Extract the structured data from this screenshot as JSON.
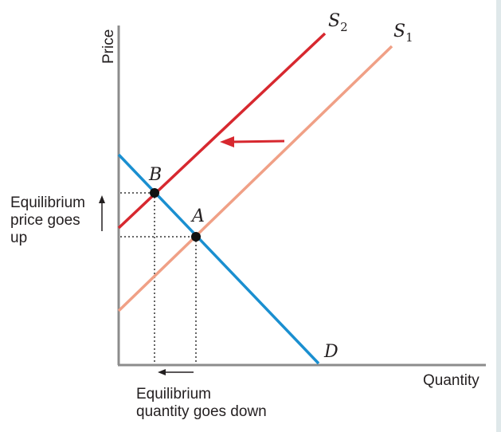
{
  "chart_data": {
    "type": "line",
    "xlabel": "Quantity",
    "ylabel": "Price",
    "series": [
      {
        "name": "S1",
        "color": "#f0a086",
        "x": [
          0,
          100
        ],
        "y": [
          0,
          100
        ]
      },
      {
        "name": "S2",
        "color": "#d7282f",
        "x": [
          0,
          100
        ],
        "y": [
          0,
          100
        ]
      },
      {
        "name": "D",
        "color": "#1a8fd0",
        "x": [
          0,
          100
        ],
        "y": [
          100,
          0
        ]
      }
    ],
    "points": [
      {
        "label": "A"
      },
      {
        "label": "B"
      }
    ]
  },
  "labels": {
    "y_axis": "Price",
    "x_axis": "Quantity",
    "s1_main": "S",
    "s1_sub": "1",
    "s2_main": "S",
    "s2_sub": "2",
    "d": "D",
    "point_a": "A",
    "point_b": "B"
  },
  "notes": {
    "price": [
      "Equilibrium",
      "price goes",
      "up"
    ],
    "quantity": [
      "Equilibrium",
      "quantity goes down"
    ]
  },
  "colors": {
    "axis": "#8c8c8c",
    "s1": "#f0a086",
    "s2": "#d7282f",
    "demand": "#1a8fd0",
    "point": "#111111"
  }
}
